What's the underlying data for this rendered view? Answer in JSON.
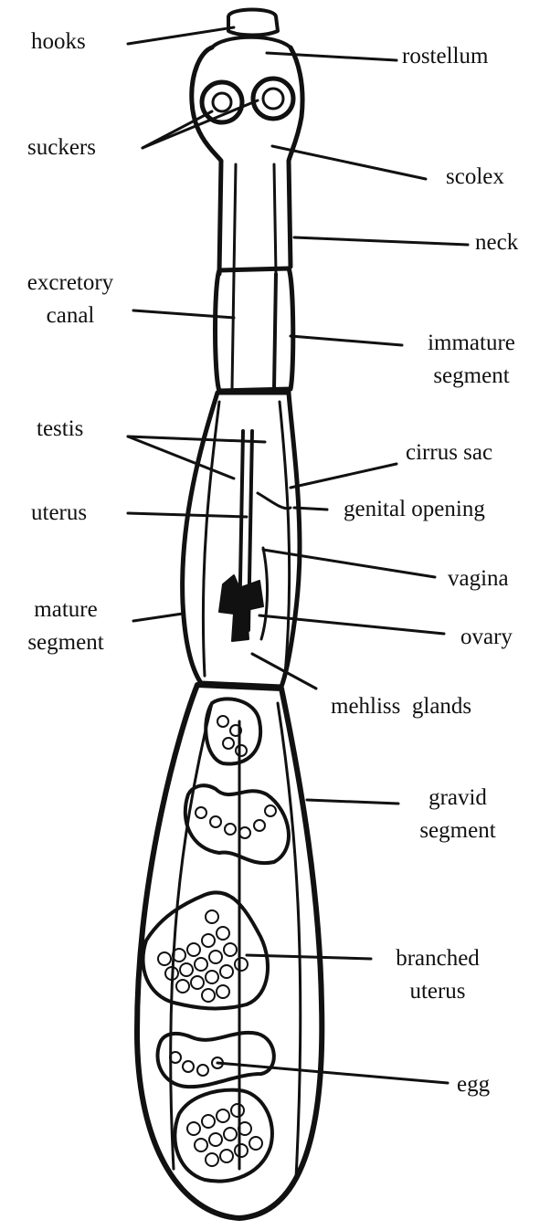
{
  "labels": {
    "hooks": "hooks",
    "rostellum": "rostellum",
    "suckers": "suckers",
    "scolex": "scolex",
    "neck": "neck",
    "excretory_canal_1": "excretory",
    "excretory_canal_2": "canal",
    "immature_segment_1": "immature",
    "immature_segment_2": "segment",
    "testis": "testis",
    "cirrus_sac": "cirrus sac",
    "uterus": "uterus",
    "genital_opening": "genital opening",
    "vagina": "vagina",
    "mature_segment_1": "mature",
    "mature_segment_2": "segment",
    "ovary": "ovary",
    "mehliss_glands": "mehliss  glands",
    "gravid_segment_1": "gravid",
    "gravid_segment_2": "segment",
    "branched_uterus_1": "branched",
    "branched_uterus_2": "uterus",
    "egg": "egg"
  },
  "colors": {
    "ink": "#111111",
    "background": "#ffffff"
  }
}
